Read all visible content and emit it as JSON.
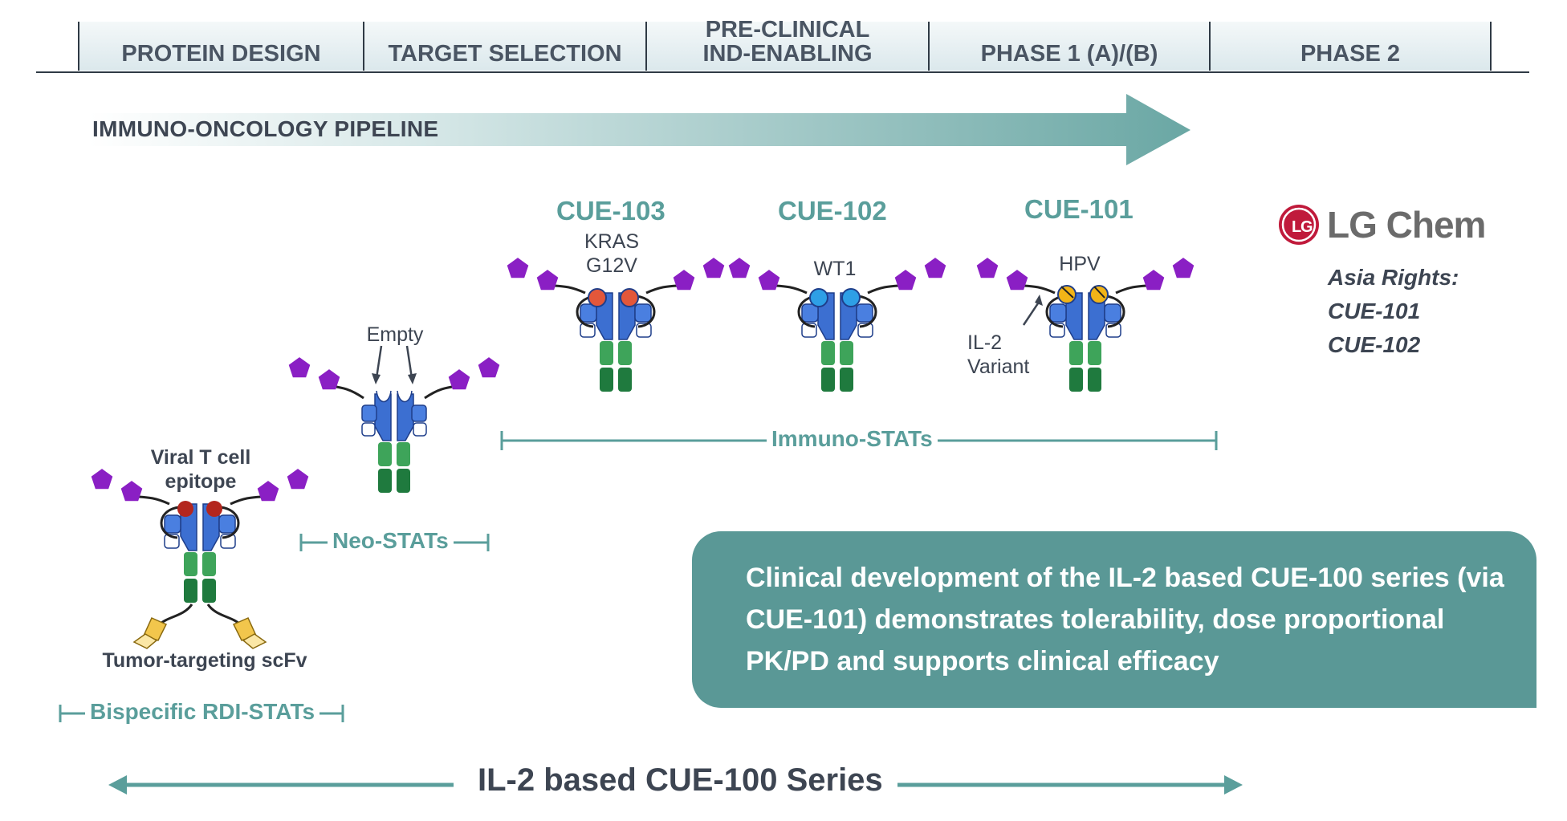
{
  "phases": [
    "PROTEIN DESIGN",
    "TARGET SELECTION",
    "PRE-CLINICAL\nIND-ENABLING",
    "PHASE 1 (A)/(B)",
    "PHASE 2"
  ],
  "pipeline_label": "IMMUNO-ONCOLOGY PIPELINE",
  "molecules": {
    "cue103": {
      "title": "CUE-103",
      "label": "KRAS\nG12V"
    },
    "cue102": {
      "title": "CUE-102",
      "label": "WT1"
    },
    "cue101": {
      "title": "CUE-101",
      "label": "HPV",
      "variant_label": "IL-2\nVariant"
    },
    "neo": {
      "label": "Empty"
    },
    "bispecific": {
      "top_label": "Viral T cell\nepitope",
      "bottom_label": "Tumor-targeting scFv"
    }
  },
  "brackets": {
    "immuno": "Immuno-STATs",
    "neo": "Neo-STATs",
    "bispecific": "Bispecific RDI-STATs"
  },
  "partner": {
    "name": "LG Chem",
    "rights_title": "Asia Rights:",
    "rights_items": [
      "CUE-101",
      "CUE-102"
    ]
  },
  "callout_text": "Clinical development of the IL-2 based CUE-100 series (via CUE-101) demonstrates tolerability, dose proportional PK/PD and supports clinical efficacy",
  "series_label": "IL-2 based CUE-100 Series",
  "colors": {
    "teal": "#5a9e9b",
    "callout_bg": "#5a9896",
    "peptide_cue103": "#e3573a",
    "peptide_cue102": "#2e9fe6",
    "peptide_cue101": "#f2b417",
    "peptide_bispecific": "#b3261e",
    "il2_pentagon": "#8a1fc4",
    "lg_red": "#c01a3b"
  }
}
